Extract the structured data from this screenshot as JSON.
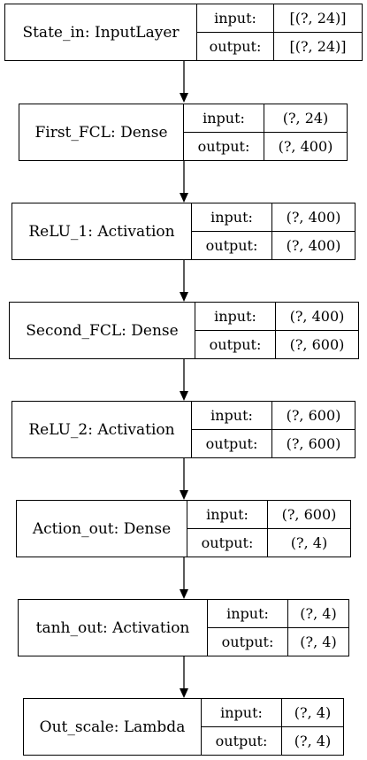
{
  "nodes": [
    {
      "name": "State_in: InputLayer",
      "input_label": "input:",
      "input_value": "[(?, 24)]",
      "output_label": "output:",
      "output_value": "[(?, 24)]"
    },
    {
      "name": "First_FCL: Dense",
      "input_label": "input:",
      "input_value": "(?, 24)",
      "output_label": "output:",
      "output_value": "(?, 400)"
    },
    {
      "name": "ReLU_1: Activation",
      "input_label": "input:",
      "input_value": "(?, 400)",
      "output_label": "output:",
      "output_value": "(?, 400)"
    },
    {
      "name": "Second_FCL: Dense",
      "input_label": "input:",
      "input_value": "(?, 400)",
      "output_label": "output:",
      "output_value": "(?, 600)"
    },
    {
      "name": "ReLU_2: Activation",
      "input_label": "input:",
      "input_value": "(?, 600)",
      "output_label": "output:",
      "output_value": "(?, 600)"
    },
    {
      "name": "Action_out: Dense",
      "input_label": "input:",
      "input_value": "(?, 600)",
      "output_label": "output:",
      "output_value": "(?, 4)"
    },
    {
      "name": "tanh_out: Activation",
      "input_label": "input:",
      "input_value": "(?, 4)",
      "output_label": "output:",
      "output_value": "(?, 4)"
    },
    {
      "name": "Out_scale: Lambda",
      "input_label": "input:",
      "input_value": "(?, 4)",
      "output_label": "output:",
      "output_value": "(?, 4)"
    }
  ]
}
